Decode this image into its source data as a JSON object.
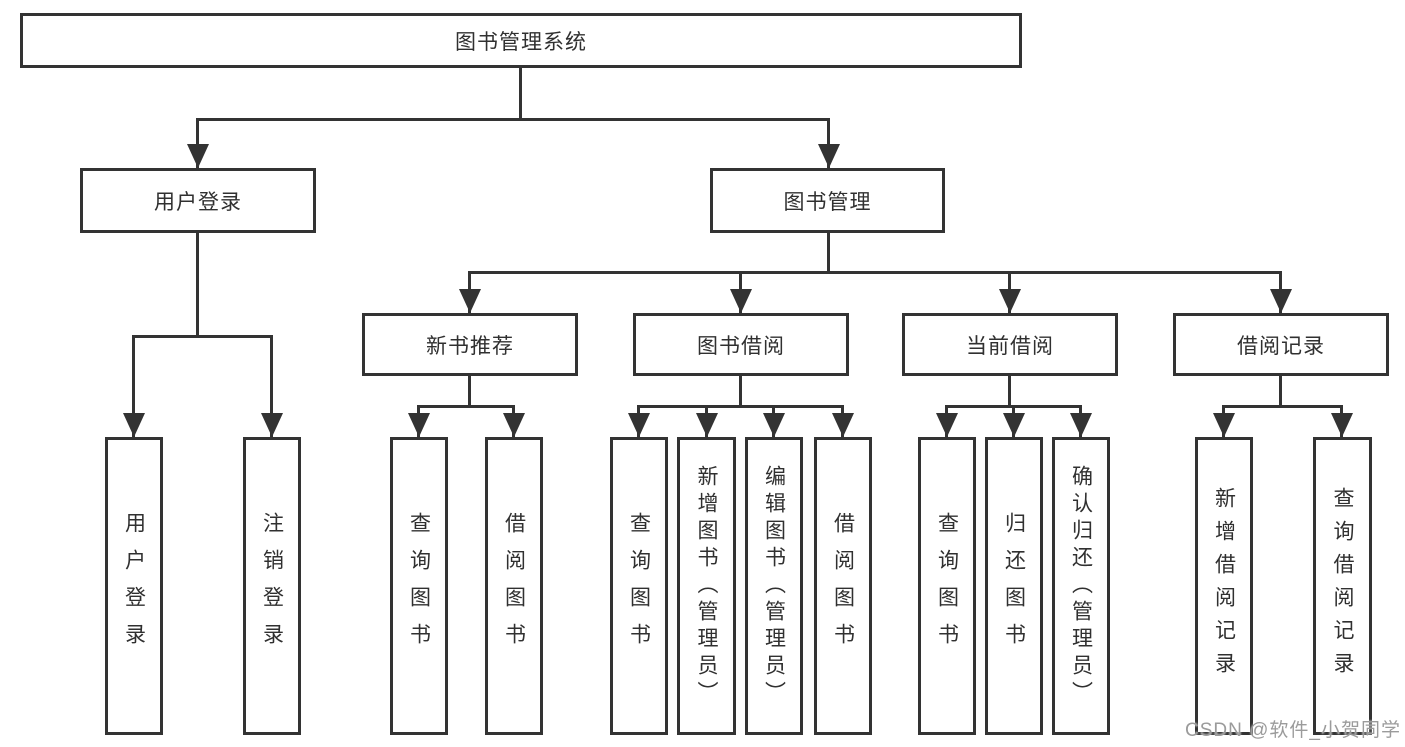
{
  "diagram": {
    "root": {
      "label": "图书管理系统"
    },
    "level2": [
      {
        "label": "用户登录"
      },
      {
        "label": "图书管理"
      }
    ],
    "level3": [
      {
        "label": "新书推荐"
      },
      {
        "label": "图书借阅"
      },
      {
        "label": "当前借阅"
      },
      {
        "label": "借阅记录"
      }
    ],
    "leaves": [
      {
        "label": "用户登录"
      },
      {
        "label": "注销登录"
      },
      {
        "label": "查询图书"
      },
      {
        "label": "借阅图书"
      },
      {
        "label": "查询图书"
      },
      {
        "label": "新增图书（管理员）"
      },
      {
        "label": "编辑图书（管理员）"
      },
      {
        "label": "借阅图书"
      },
      {
        "label": "查询图书"
      },
      {
        "label": "归还图书"
      },
      {
        "label": "确认归还（管理员）"
      },
      {
        "label": "新增借阅记录"
      },
      {
        "label": "查询借阅记录"
      }
    ]
  },
  "watermark": {
    "text": "CSDN @软件_小贺同学"
  },
  "colors": {
    "line": "#333333",
    "text": "#303030",
    "box_bg": "#ffffff",
    "watermark": "#9b9b9b"
  }
}
